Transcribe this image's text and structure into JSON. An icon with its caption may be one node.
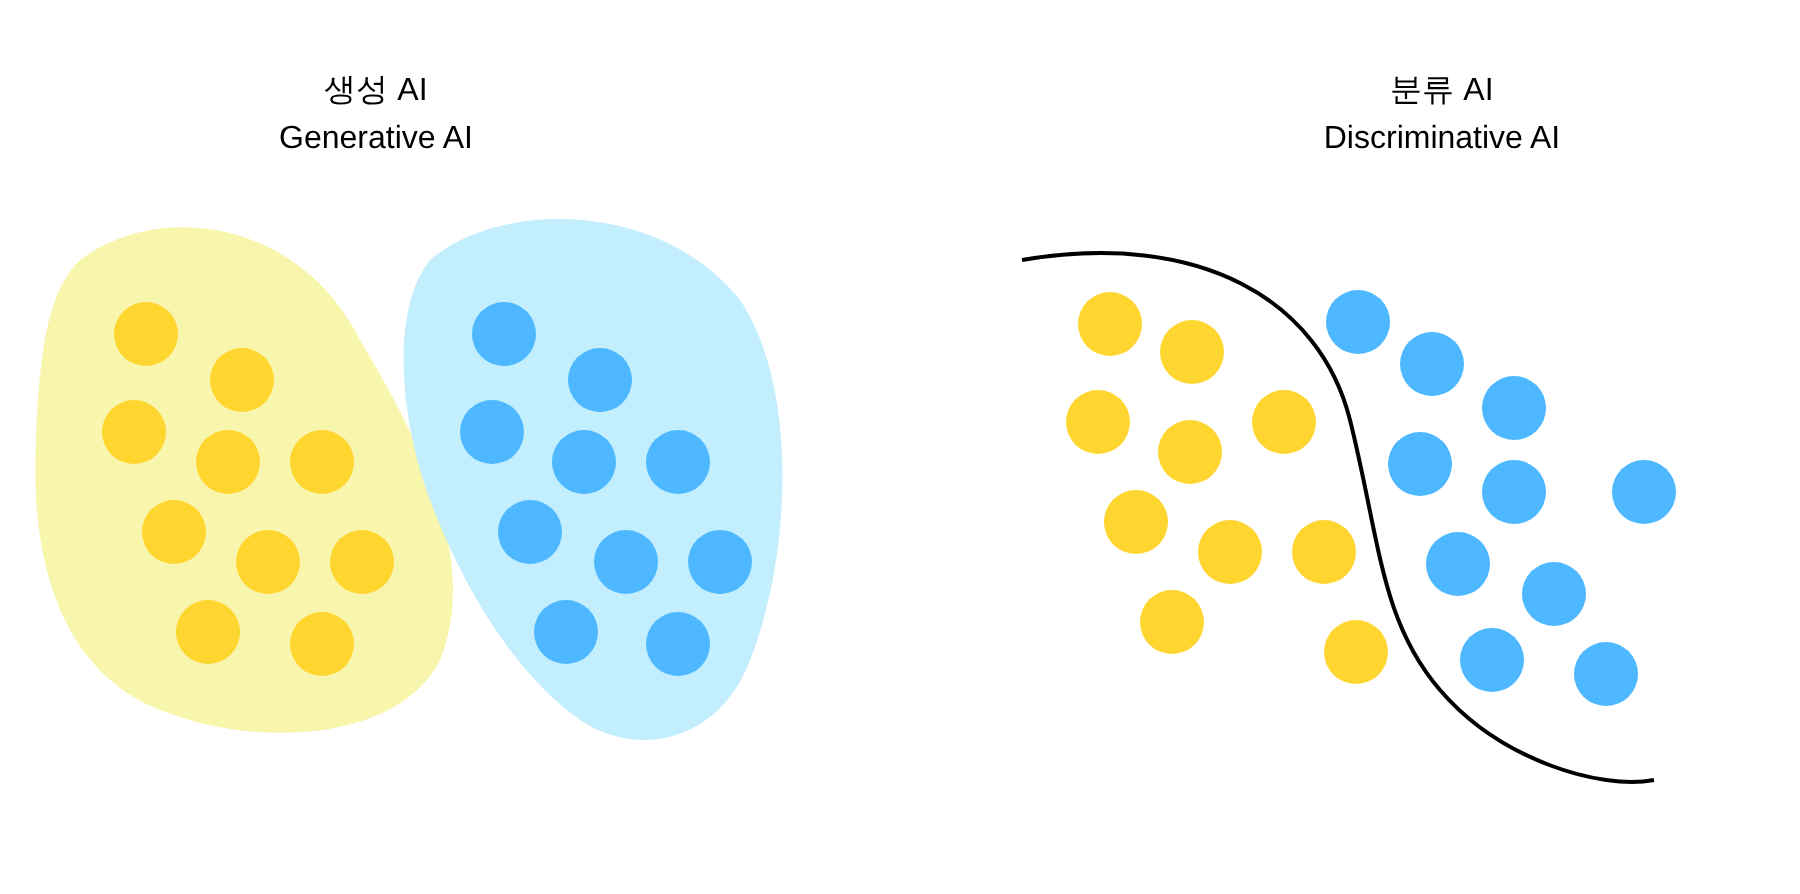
{
  "diagram": {
    "labels": [
      "생성 AI",
      "Generative AI",
      "분류 AI",
      "Discriminative AI"
    ]
  }
}
